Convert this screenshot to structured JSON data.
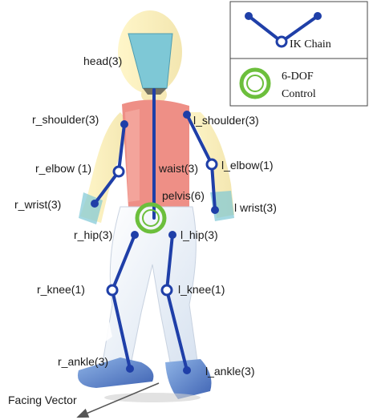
{
  "colors": {
    "ik_chain": "#1f3fa8",
    "control_ring": "#6cbf3c",
    "torso": "#ee8f86",
    "head_block": "#7ec8d6",
    "pants": "#eef1f6",
    "shoes": "#6a8fd0"
  },
  "legend": {
    "ik_chain_label": "IK Chain",
    "control_label_line1": "6-DOF",
    "control_label_line2": "Control"
  },
  "joints": {
    "head": "head(3)",
    "r_shoulder": "r_shoulder(3)",
    "l_shoulder": "l_shoulder(3)",
    "r_elbow": "r_elbow (1)",
    "waist": "waist(3)",
    "l_elbow": "l_elbow(1)",
    "pelvis": "pelvis(6)",
    "r_wrist": "r_wrist(3)",
    "l_wrist": "l  wrist(3)",
    "r_hip": "r_hip(3)",
    "l_hip": "l_hip(3)",
    "r_knee": "r_knee(1)",
    "l_knee": "l_knee(1)",
    "r_ankle": "r_ankle(3)",
    "l_ankle": "l_ankle(3)"
  },
  "facing_vector_label": "Facing Vector"
}
